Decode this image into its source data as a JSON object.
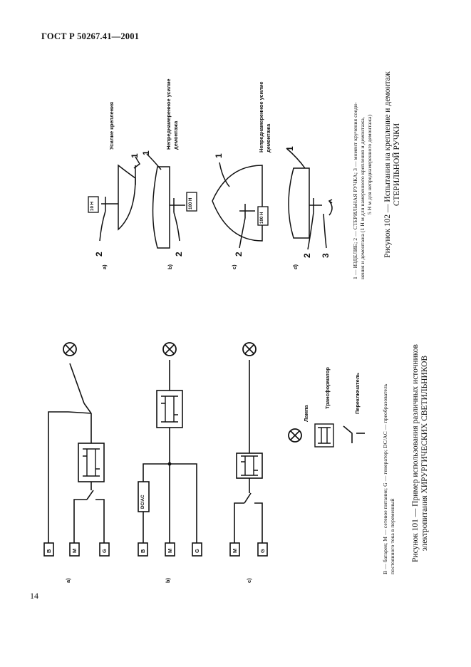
{
  "header": {
    "standard": "ГОСТ Р 50267.41—2001"
  },
  "page_number": "14",
  "fig101": {
    "caption_line1": "Рисунок 101 — Пример использования различных источников",
    "caption_line2": "электропитания ХИРУРГИЧЕСКИХ СВЕТИЛЬНИКОВ",
    "note_line1": "В — батарея; М — сетевое питание; G — генератор; DC/AC — преобразователь",
    "note_line2": "постоянного тока в переменный",
    "sub_a": "a)",
    "sub_b": "b)",
    "sub_c": "c)",
    "src_b": "B",
    "src_m": "M",
    "src_g": "G",
    "converter": "DC/AC",
    "legend_lamp": "Лампа",
    "legend_transformer": "Трансформатор",
    "legend_switch": "Переключатель"
  },
  "fig102": {
    "caption_line1": "Рисунок 102 — Испытания на крепление и демонтаж",
    "caption_line2": "СТЕРИЛЬНОЙ РУЧКИ",
    "note_line1": "1 — ИЗДЕЛИЕ; 2 — СТЕРИЛЬНАЯ РУЧКА; 3 — момент кручения соеди-",
    "note_line2": "нения и демонтажа (1 Н м для намеренного крепления и демонтажа,",
    "note_line3": "5 Н м для непреднамеренного демонтажа)",
    "sub_a": "a)",
    "sub_b": "b)",
    "sub_c": "c)",
    "sub_d": "d)",
    "label_a": "Усилие крепления",
    "label_b_1": "Непреднамеренное усилие",
    "label_b_2": "демонтажа",
    "label_c_1": "Непреднамеренное усилие",
    "label_c_2": "демонтажа",
    "force_a": "10 Н",
    "force_b": "100 Н",
    "force_c": "100 Н",
    "n1": "1",
    "n2": "2",
    "n3": "3"
  }
}
